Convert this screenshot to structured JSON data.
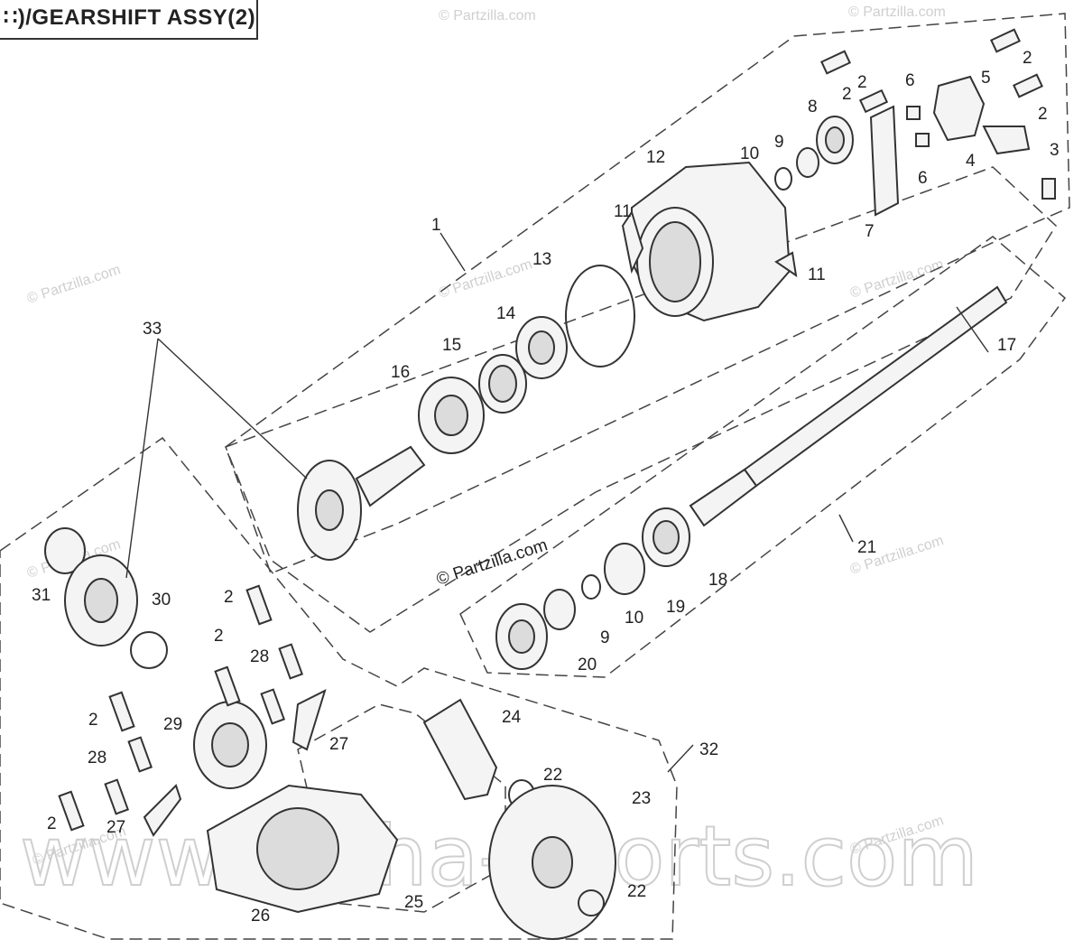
{
  "title": "∷)/GEARSHIFT ASSY(2)",
  "watermarks": {
    "small": "© Partzilla.com",
    "center": "© Partzilla.com",
    "large": "www.Alpha-Sports.com"
  },
  "callouts": {
    "c1": "1",
    "c2a": "2",
    "c2b": "2",
    "c2c": "2",
    "c2d": "2",
    "c2e": "2",
    "c2f": "2",
    "c2g": "2",
    "c2h": "2",
    "c3": "3",
    "c4": "4",
    "c5": "5",
    "c6a": "6",
    "c6b": "6",
    "c7": "7",
    "c8": "8",
    "c9a": "9",
    "c9b": "9",
    "c10a": "10",
    "c10b": "10",
    "c11a": "11",
    "c11b": "11",
    "c12": "12",
    "c13": "13",
    "c14": "14",
    "c15": "15",
    "c16": "16",
    "c17": "17",
    "c18": "18",
    "c19": "19",
    "c20": "20",
    "c21": "21",
    "c22a": "22",
    "c22b": "22",
    "c23": "23",
    "c24": "24",
    "c25": "25",
    "c26": "26",
    "c27a": "27",
    "c27b": "27",
    "c28a": "28",
    "c28b": "28",
    "c29": "29",
    "c30": "30",
    "c31": "31",
    "c32": "32",
    "c33": "33"
  }
}
